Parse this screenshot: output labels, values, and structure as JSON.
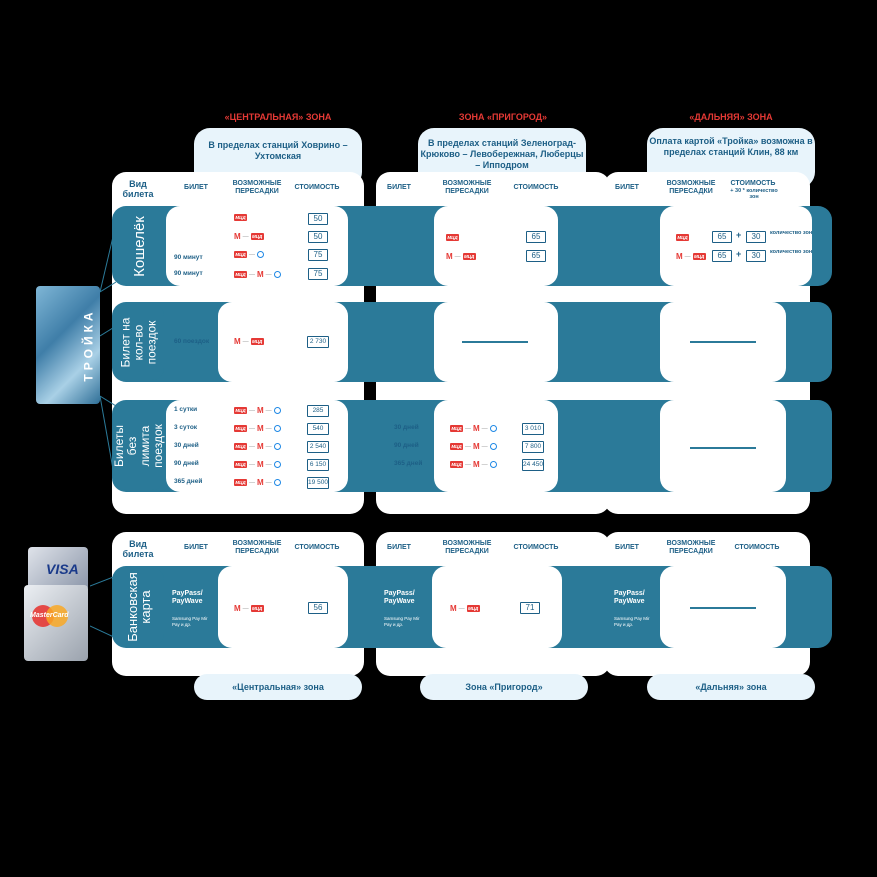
{
  "zones": {
    "central": {
      "title": "«ЦЕНТРАЛЬНАЯ» ЗОНА",
      "desc": "В пределах станций Ховрино – Ухтомская",
      "footer": "«Центральная» зона"
    },
    "suburb": {
      "title": "ЗОНА «ПРИГОРОД»",
      "desc": "В пределах станций Зеленоград-Крюково – Левобережная, Люберцы – Ипподром",
      "footer": "Зона «Пригород»"
    },
    "far": {
      "title": "«ДАЛЬНЯЯ» ЗОНА",
      "desc": "Оплата картой «Тройка» возможна в пределах станций Клин, 88 км",
      "footer": "«Дальняя» зона"
    }
  },
  "headers": {
    "ticket_type": "Вид билета",
    "ticket": "БИЛЕТ",
    "transfers": "ВОЗМОЖНЫЕ ПЕРЕСАДКИ",
    "price": "СТОИМОСТЬ",
    "price_far": "СТОИМОСТЬ",
    "price_far_note": "+ 30 * количество зон"
  },
  "rows": {
    "wallet": "Кошелёк",
    "rides": "Билет на кол-во поездок",
    "unlimited": "Билеты без лимита поездок",
    "bank": "Банковская карта"
  },
  "central_wallet": [
    {
      "label": "",
      "price": "50"
    },
    {
      "label": "",
      "price": "50"
    },
    {
      "label": "90 минут",
      "price": "75"
    },
    {
      "label": "90 минут",
      "price": "75"
    }
  ],
  "central_rides": {
    "label": "60 поездок",
    "price": "2 730"
  },
  "central_unlimited": [
    {
      "label": "1 сутки",
      "price": "285"
    },
    {
      "label": "3 суток",
      "price": "540"
    },
    {
      "label": "30 дней",
      "price": "2 540"
    },
    {
      "label": "90 дней",
      "price": "6 150"
    },
    {
      "label": "365 дней",
      "price": "19 500"
    }
  ],
  "suburb_wallet": [
    "65",
    "65"
  ],
  "suburb_unlimited": [
    {
      "label": "30 дней",
      "price": "3 010"
    },
    {
      "label": "90 дней",
      "price": "7 800"
    },
    {
      "label": "365 дней",
      "price": "24 450"
    }
  ],
  "far_wallet": [
    {
      "price": "65",
      "plus": "30",
      "qty": "количество зон"
    },
    {
      "price": "65",
      "plus": "30",
      "qty": "количество зон"
    }
  ],
  "bank": {
    "paypass": "PayPass/ PayWave",
    "pays": "Samsung Pay Mir Pay и др.",
    "central_price": "56",
    "suburb_price": "71"
  },
  "icons": {
    "mcd": "МЦД",
    "metro": "М"
  },
  "card_brand": "ТРОЙКА",
  "bank_cards": {
    "visa": "VISA",
    "mastercard": "MasterCard"
  },
  "colors": {
    "accent": "#2b7a99",
    "zone_title": "#e53935",
    "text": "#1d5f86"
  }
}
